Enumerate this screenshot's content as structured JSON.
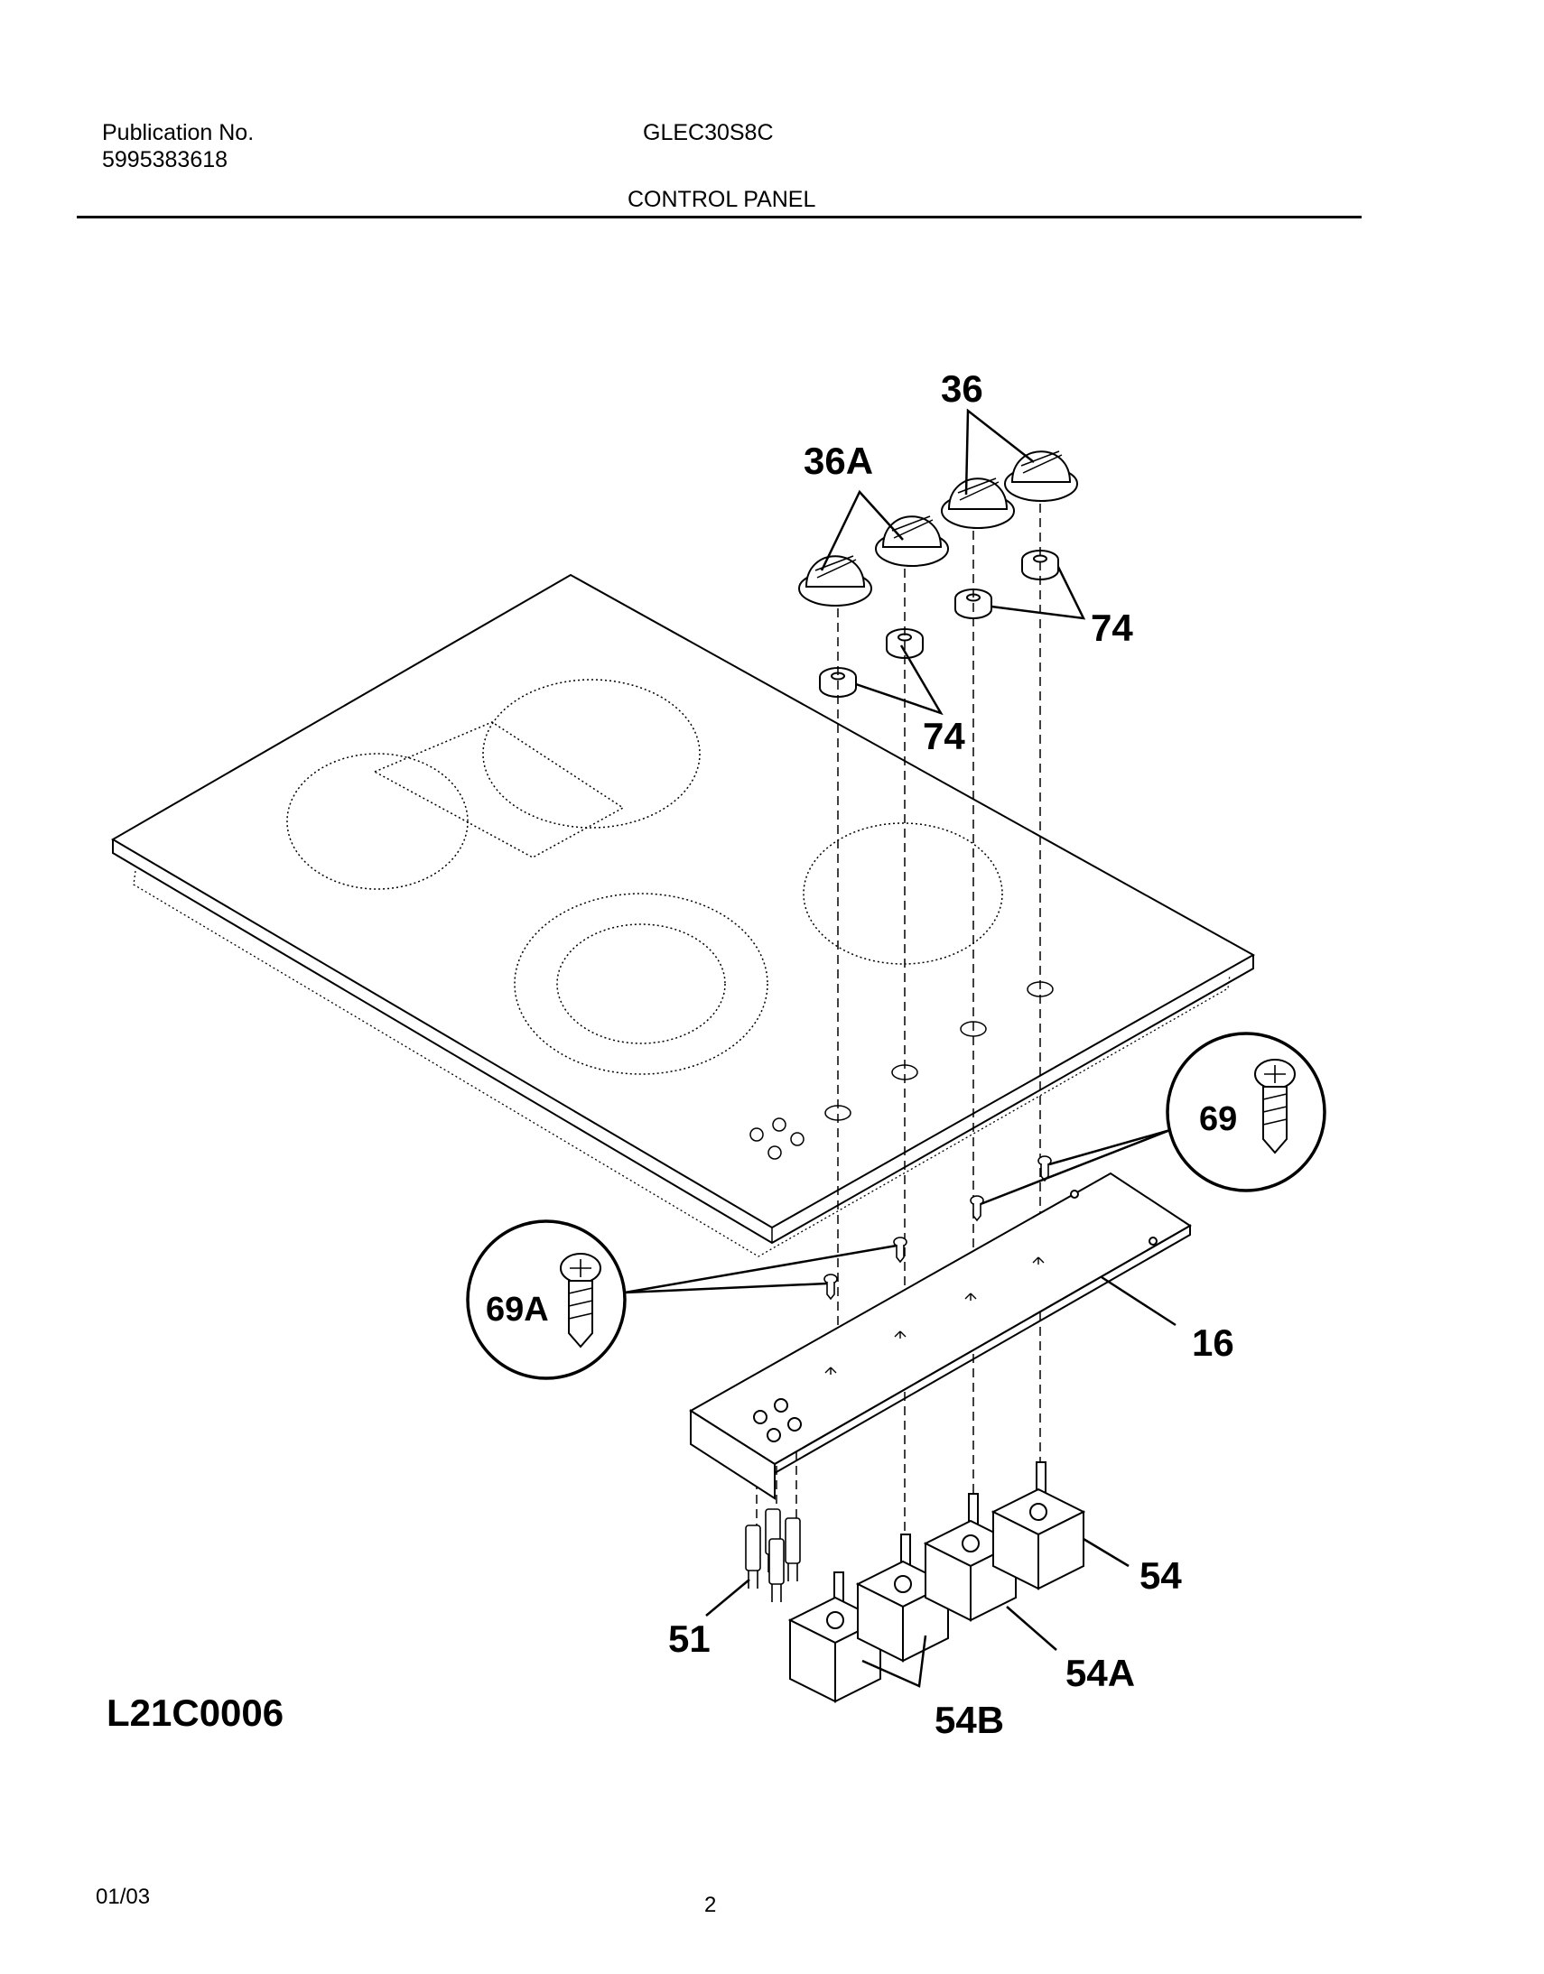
{
  "header": {
    "publication_label": "Publication No.",
    "publication_number": "5995383618",
    "model": "GLEC30S8C",
    "section_title": "CONTROL PANEL"
  },
  "callouts": {
    "knob": "36",
    "knob_alt": "36A",
    "bezel_right": "74",
    "bezel_left": "74",
    "screw": "69",
    "screw_alt": "69A",
    "control_bracket": "16",
    "indicator_lights": "51",
    "switch": "54",
    "switch_a": "54A",
    "switch_b": "54B"
  },
  "drawing_id": "L21C0006",
  "footer": {
    "date": "01/03",
    "page": "2"
  }
}
